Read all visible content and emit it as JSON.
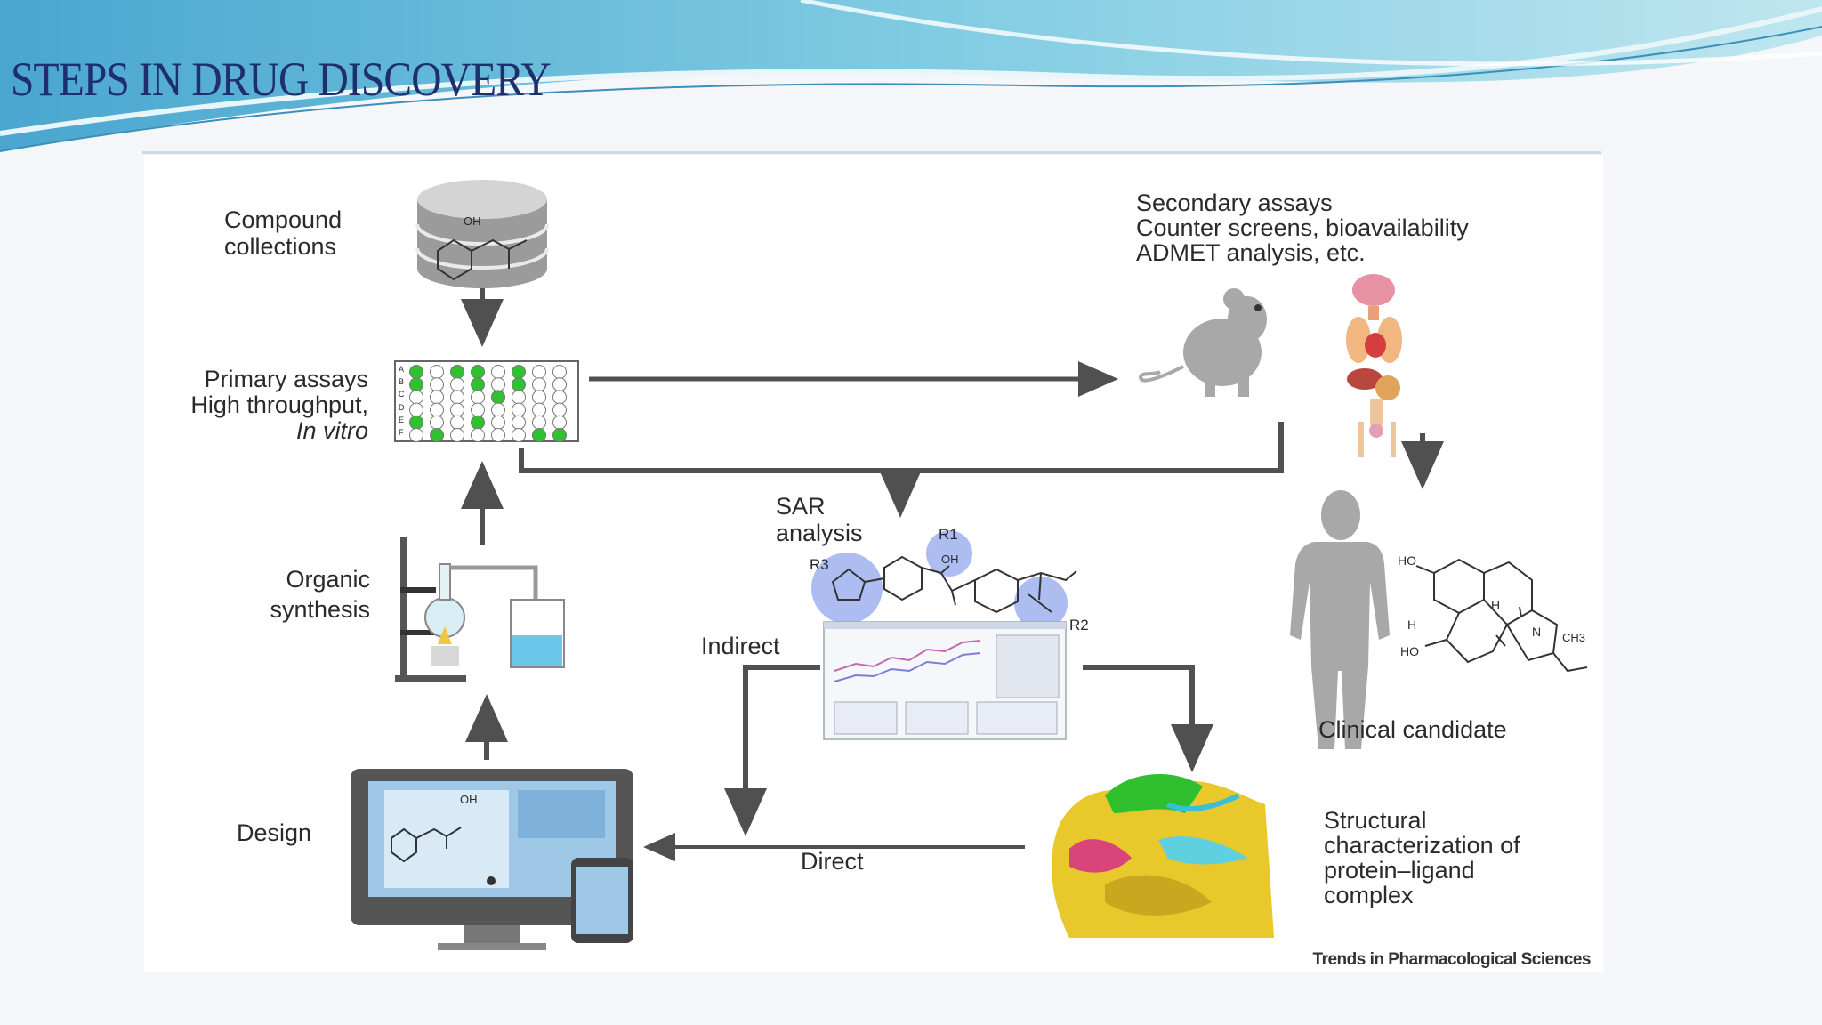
{
  "slide": {
    "title": "STEPS IN DRUG DISCOVERY"
  },
  "colors": {
    "title": "#1f2f6e",
    "banner": "#5fb3d4",
    "arrow": "#505050",
    "hit_well": "#2fc12f",
    "silhouette": "#a8a8a8",
    "highlight": "#9fb1f0"
  },
  "figure": {
    "compound_collections": [
      "Compound",
      "collections"
    ],
    "primary_assays": [
      "Primary assays",
      "High throughput,",
      "In vitro"
    ],
    "secondary_assays": [
      "Secondary assays",
      "Counter screens, bioavailability",
      "ADMET analysis, etc."
    ],
    "sar_analysis": [
      "SAR",
      "analysis"
    ],
    "organic_synthesis": [
      "Organic",
      "synthesis"
    ],
    "design": "Design",
    "indirect": "Indirect",
    "direct": "Direct",
    "clinical_candidate": "Clinical candidate",
    "structural": [
      "Structural",
      "characterization of",
      "protein–ligand",
      "complex"
    ],
    "r_groups": [
      "R1",
      "R2",
      "R3"
    ],
    "oh_label": "OH",
    "plate_rows": [
      "A",
      "B",
      "C",
      "D",
      "E",
      "F"
    ],
    "morphine_labels": [
      "HO",
      "H",
      "H",
      "N",
      "CH3",
      "HO"
    ],
    "credit": "Trends in Pharmacological Sciences"
  }
}
